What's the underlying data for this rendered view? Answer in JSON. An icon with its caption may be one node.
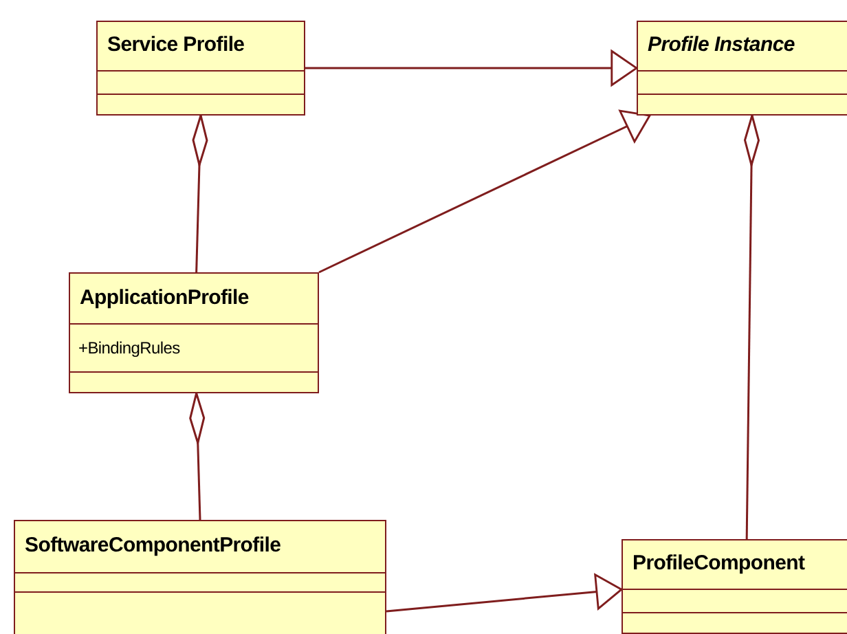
{
  "diagram": {
    "nodes": [
      {
        "text": [
          "Service Profile"
        ]
      },
      {
        "text": [
          "Profile Instance"
        ]
      },
      {
        "text": [
          "ApplicationProfile",
          "+BindingRules"
        ]
      },
      {
        "text": [
          "SoftwareComponentProfile"
        ]
      },
      {
        "text": [
          "ProfileComponent"
        ]
      }
    ],
    "edges": [
      {
        "from": 0,
        "to": 1,
        "arrow": "to"
      },
      {
        "from": 2,
        "to": 1,
        "arrow": "to"
      },
      {
        "from": 0,
        "to": 2,
        "arrow": "other"
      },
      {
        "from": 2,
        "to": 3,
        "arrow": "other"
      },
      {
        "from": 1,
        "to": 4,
        "arrow": "other"
      },
      {
        "from": 3,
        "to": 4,
        "arrow": "to"
      }
    ]
  }
}
